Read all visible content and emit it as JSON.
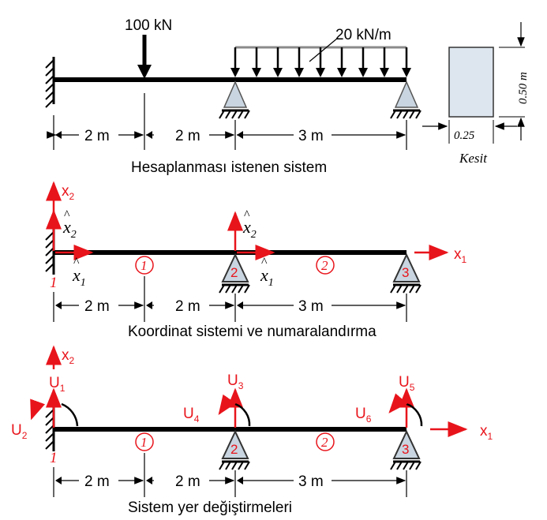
{
  "colors": {
    "accent_red": "#e8141b",
    "support_fill": "#c9d5e0",
    "section_fill": "#dde6ef",
    "black": "#000000"
  },
  "top": {
    "point_load": "100 kN",
    "distributed_load": "20 kN/m",
    "dims": [
      "2 m",
      "2 m",
      "3 m"
    ],
    "caption": "Hesaplanması istenen sistem",
    "section": {
      "height": "0.50 m",
      "width": "0.25",
      "label": "Kesit"
    }
  },
  "middle": {
    "global_x1": "x",
    "global_x1_sub": "1",
    "global_x2": "x",
    "global_x2_sub": "2",
    "local_x": "x",
    "local_sub_1": "1",
    "local_sub_2": "2",
    "element_1": "1",
    "element_2": "2",
    "node_1": "1",
    "node_2": "2",
    "node_3": "3",
    "dims": [
      "2 m",
      "2 m",
      "3 m"
    ],
    "caption": "Koordinat sistemi ve numaralandırma"
  },
  "bottom": {
    "global_x1": "x",
    "global_x1_sub": "1",
    "global_x2": "x",
    "global_x2_sub": "2",
    "U": "U",
    "dofs": [
      "1",
      "2",
      "3",
      "4",
      "5",
      "6"
    ],
    "element_1": "1",
    "element_2": "2",
    "node_1": "1",
    "node_2": "2",
    "node_3": "3",
    "dims": [
      "2 m",
      "2 m",
      "3 m"
    ],
    "caption": "Sistem yer değiştirmeleri"
  }
}
